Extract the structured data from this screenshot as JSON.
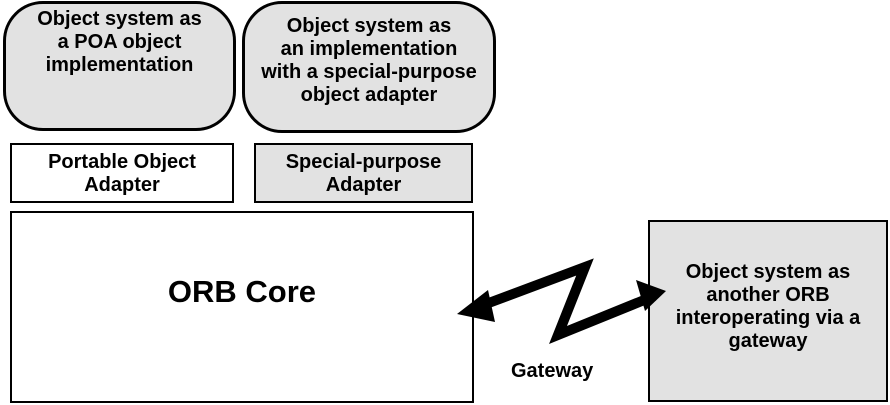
{
  "diagram": {
    "poa_object_system": "Object system as\na POA object\nimplementation",
    "special_object_system": "Object system as\nan implementation\nwith a special-purpose\nobject adapter",
    "portable_object_adapter": "Portable Object\nAdapter",
    "special_purpose_adapter": "Special-purpose\nAdapter",
    "orb_core": "ORB Core",
    "other_orb": "Object system as\nanother ORB\ninteroperating via a\ngateway",
    "gateway_label": "Gateway",
    "colors": {
      "shaded_fill": "#e2e2e2",
      "plain_fill": "#ffffff",
      "stroke": "#000000"
    }
  }
}
